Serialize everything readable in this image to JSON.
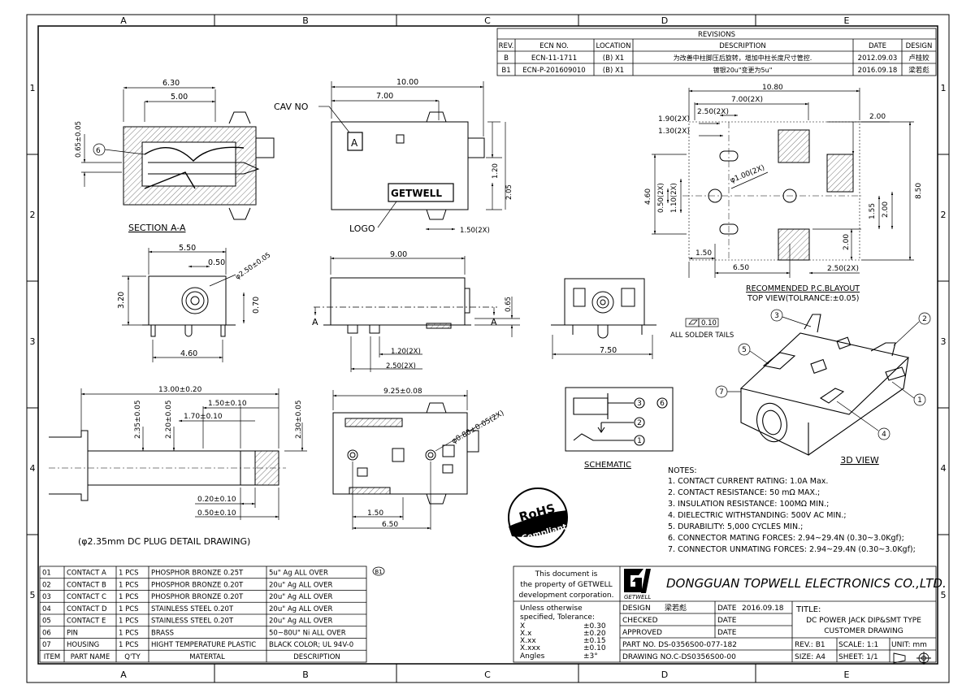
{
  "zones": {
    "cols": [
      "A",
      "B",
      "C",
      "D",
      "E"
    ],
    "rows": [
      "1",
      "2",
      "3",
      "4",
      "5"
    ]
  },
  "revisions": {
    "title": "REVISIONS",
    "headers": [
      "REV.",
      "ECN NO.",
      "LOCATION",
      "DESCRIPTION",
      "DATE",
      "DESIGN"
    ],
    "rows": [
      {
        "rev": "B",
        "ecn": "ECN-11-1711",
        "loc": "(B) X1",
        "desc": "为改善中柱脚压后旋转，增加中柱长度尺寸管控.",
        "date": "2012.09.03",
        "design": "卢桂姣"
      },
      {
        "rev": "B1",
        "ecn": "ECN-P-201609010",
        "loc": "(B) X1",
        "desc": "镀银20u\"变更为5u\"",
        "date": "2016.09.18",
        "design": "梁若彪"
      }
    ]
  },
  "views": {
    "section": {
      "title": "SECTION A-A",
      "dim_630": "6.30",
      "dim_500": "5.00",
      "dim_065": "0.65±0.05",
      "bubble": "6"
    },
    "front": {
      "dim_1000": "10.00",
      "dim_700": "7.00",
      "cav": "CAV NO",
      "cav_letter": "A",
      "logo": "LOGO",
      "brand": "GETWELL",
      "dim_120": "1.20",
      "dim_205": "2.05",
      "dim_150": "1.50(2X)"
    },
    "end": {
      "dim_550": "5.50",
      "dim_050": "0.50",
      "dim_250": "φ2.50±0.05",
      "dim_320": "3.20",
      "dim_070": "0.70",
      "dim_460": "4.60"
    },
    "side": {
      "dim_900": "9.00",
      "a_left": "A",
      "a_right": "A",
      "dim_065": "0.65",
      "dim_120": "1.20(2X)",
      "dim_250": "2.50(2X)"
    },
    "rear": {
      "dim_750": "7.50",
      "flat": "0.10",
      "flat_note": "ALL SOLDER TAILS"
    },
    "pcb": {
      "dim_1080": "10.80",
      "dim_700": "7.00(2X)",
      "dim_250": "2.50(2X)",
      "dim_190": "1.90(2X)",
      "dim_130": "1.30(2X)",
      "dim_200t": "2.00",
      "dim_100": "φ1.00(2X)",
      "dim_460": "4.60",
      "dim_050": "0.50(2X)",
      "dim_110": "1.10(2X)",
      "dim_155": "1.55",
      "dim_200m": "2.00",
      "dim_850": "8.50",
      "dim_200b": "2.00",
      "dim_150": "1.50",
      "dim_650": "6.50",
      "dim_250b": "2.50(2X)",
      "title": "RECOMMENDED P.C.BLAYOUT",
      "subtitle": "TOP VIEW(TOLRANCE:±0.05)"
    },
    "plug": {
      "dim_1300": "13.00±0.20",
      "dim_150": "1.50±0.10",
      "dim_170": "1.70±0.10",
      "dim_235": "2.35±0.05",
      "dim_220": "2.20±0.05",
      "dim_230": "2.30±0.05",
      "dim_020": "0.20±0.10",
      "dim_050": "0.50±0.10",
      "title": "(φ2.35mm DC PLUG DETAIL DRAWING)"
    },
    "bottom": {
      "dim_925": "9.25±0.08",
      "dim_080": "φ0.80±0.05(2X)",
      "dim_150": "1.50",
      "dim_650": "6.50"
    },
    "schematic": {
      "title": "SCHEMATIC",
      "p1": "1",
      "p2": "2",
      "p3": "3",
      "p6": "6"
    },
    "iso": {
      "title": "3D VIEW",
      "b1": "1",
      "b2": "2",
      "b3": "3",
      "b4": "4",
      "b5": "5",
      "b7": "7"
    },
    "rohs": {
      "line1": "RoHS",
      "line2": "Compliant"
    }
  },
  "notes": {
    "title": "NOTES:",
    "items": [
      "1. CONTACT CURRENT RATING: 1.0A Max.",
      "2. CONTACT RESISTANCE: 50 mΩ MAX.;",
      "3. INSULATION RESISTANCE: 100MΩ MIN.;",
      "4. DIELECTRIC WITHSTANDING: 500V AC MIN.;",
      "5. DURABILITY: 5,000 CYCLES MIN.;",
      "6. CONNECTOR MATING FORCES: 2.94~29.4N (0.30~3.0Kgf);",
      "7. CONNECTOR UNMATING FORCES: 2.94~29.4N (0.30~3.0Kgf);"
    ]
  },
  "bom": {
    "headers": [
      "ITEM",
      "PART NAME",
      "Q'TY",
      "MATERTAL",
      "DESCRIPTION"
    ],
    "rows": [
      {
        "item": "01",
        "name": "CONTACT A",
        "qty": "1 PCS",
        "mat": "PHOSPHOR BRONZE 0.25T",
        "desc": "5u\" Ag ALL OVER"
      },
      {
        "item": "02",
        "name": "CONTACT B",
        "qty": "1 PCS",
        "mat": "PHOSPHOR BRONZE 0.20T",
        "desc": "20u\" Ag ALL OVER"
      },
      {
        "item": "03",
        "name": "CONTACT C",
        "qty": "1 PCS",
        "mat": "PHOSPHOR BRONZE 0.20T",
        "desc": "20u\" Ag ALL OVER"
      },
      {
        "item": "04",
        "name": "CONTACT D",
        "qty": "1 PCS",
        "mat": "STAINLESS STEEL 0.20T",
        "desc": "20u\" Ag ALL OVER"
      },
      {
        "item": "05",
        "name": "CONTACT E",
        "qty": "1 PCS",
        "mat": "STAINLESS STEEL 0.20T",
        "desc": "20u\" Ag ALL OVER"
      },
      {
        "item": "06",
        "name": "PIN",
        "qty": "1 PCS",
        "mat": "BRASS",
        "desc": "50~80U\" Ni ALL OVER"
      },
      {
        "item": "07",
        "name": "HOUSING",
        "qty": "1 PCS",
        "mat": "HIGHT TEMPERATURE PLASTIC",
        "desc": "BLACK COLOR; UL 94V-0"
      }
    ],
    "rev_mark": "B1"
  },
  "titleblock": {
    "property": [
      "This document is",
      "the property of GETWELL",
      "development corporation."
    ],
    "logo_text": "GETWELL",
    "company": "DONGGUAN TOPWELL ELECTRONICS CO.,LTD.",
    "tol_title": [
      "Unless otherwise",
      "specified, Tolerance:"
    ],
    "tol_labels": [
      "X",
      "X.x",
      "X.xx",
      "X.xxx",
      "Angles"
    ],
    "tol_values": [
      "±0.30",
      "±0.20",
      "±0.15",
      "±0.10",
      "±3°"
    ],
    "design_label": "DESIGN",
    "design_name": "梁若彪",
    "date_label": "DATE",
    "date_value": "2016.09.18",
    "checked_label": "CHECKED",
    "approved_label": "APPROVED",
    "title_label": "TITLE:",
    "title_line1": "DC POWER JACK DIP&SMT TYPE",
    "title_line2": "CUSTOMER DRAWING",
    "part_no": "PART NO. DS-0356S00-077-182",
    "drawing_no": "DRAWING NO.C-DS0356S00-00",
    "rev": "REV.: B1",
    "scale": "SCALE: 1:1",
    "unit": "UNIT: mm",
    "size": "SIZE: A4",
    "sheet": "SHEET: 1/1"
  }
}
